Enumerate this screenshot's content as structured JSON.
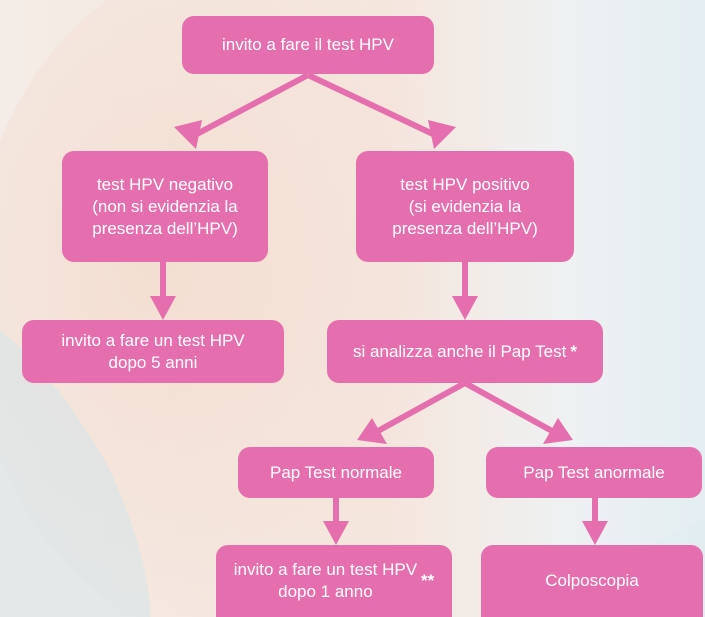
{
  "colors": {
    "node_fill": "#E56FAE",
    "arrow": "#E56FAE",
    "text": "#FFFFFF",
    "background": "#F6ECE4"
  },
  "nodes": {
    "invite_hpv": {
      "label": "invito a fare il test HPV"
    },
    "hpv_negative": {
      "label": "test HPV negativo\n(non si evidenzia la\npresenza dell’HPV)"
    },
    "hpv_positive": {
      "label": "test HPV positivo\n(si evidenzia la\npresenza dell’HPV)"
    },
    "recall_5y": {
      "label": "invito a fare un test HPV\ndopo 5 anni"
    },
    "pap_analysis": {
      "label": "si analizza anche il Pap Test",
      "mark": "*"
    },
    "pap_normal": {
      "label": "Pap Test normale"
    },
    "pap_abnormal": {
      "label": "Pap Test anormale"
    },
    "recall_1y": {
      "label": "invito a fare un test HPV\ndopo 1 anno",
      "mark": "**"
    },
    "colposcopy": {
      "label": "Colposcopia"
    }
  }
}
